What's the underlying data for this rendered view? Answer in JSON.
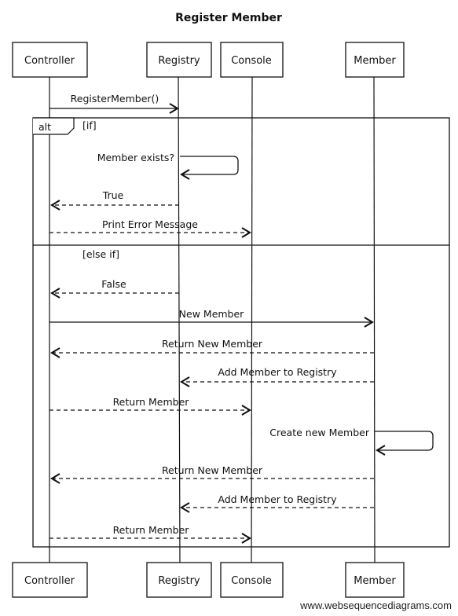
{
  "title": "Register Member",
  "participants": [
    {
      "id": "controller",
      "label": "Controller"
    },
    {
      "id": "registry",
      "label": "Registry"
    },
    {
      "id": "console",
      "label": "Console"
    },
    {
      "id": "member",
      "label": "Member"
    }
  ],
  "fragment": {
    "operator": "alt",
    "guards": [
      "[if]",
      "[else if]"
    ]
  },
  "messages": [
    {
      "label": "RegisterMember()",
      "from": "controller",
      "to": "registry",
      "style": "solid"
    },
    {
      "label": "Member exists?",
      "from": "registry",
      "to": "registry",
      "style": "solid"
    },
    {
      "label": "True",
      "from": "registry",
      "to": "controller",
      "style": "dashed"
    },
    {
      "label": "Print Error Message",
      "from": "controller",
      "to": "console",
      "style": "dashed"
    },
    {
      "label": "False",
      "from": "registry",
      "to": "controller",
      "style": "dashed"
    },
    {
      "label": "New Member",
      "from": "controller",
      "to": "member",
      "style": "solid"
    },
    {
      "label": "Return New Member",
      "from": "member",
      "to": "controller",
      "style": "dashed"
    },
    {
      "label": "Add Member to Registry",
      "from": "member",
      "to": "registry",
      "style": "dashed"
    },
    {
      "label": "Return Member",
      "from": "controller",
      "to": "console",
      "style": "dashed"
    },
    {
      "label": "Create new Member",
      "from": "member",
      "to": "member",
      "style": "solid"
    },
    {
      "label": "Return New Member",
      "from": "member",
      "to": "controller",
      "style": "dashed"
    },
    {
      "label": "Add Member to Registry",
      "from": "member",
      "to": "registry",
      "style": "dashed"
    },
    {
      "label": "Return Member",
      "from": "controller",
      "to": "console",
      "style": "dashed"
    }
  ],
  "watermark": "www.websequencediagrams.com"
}
